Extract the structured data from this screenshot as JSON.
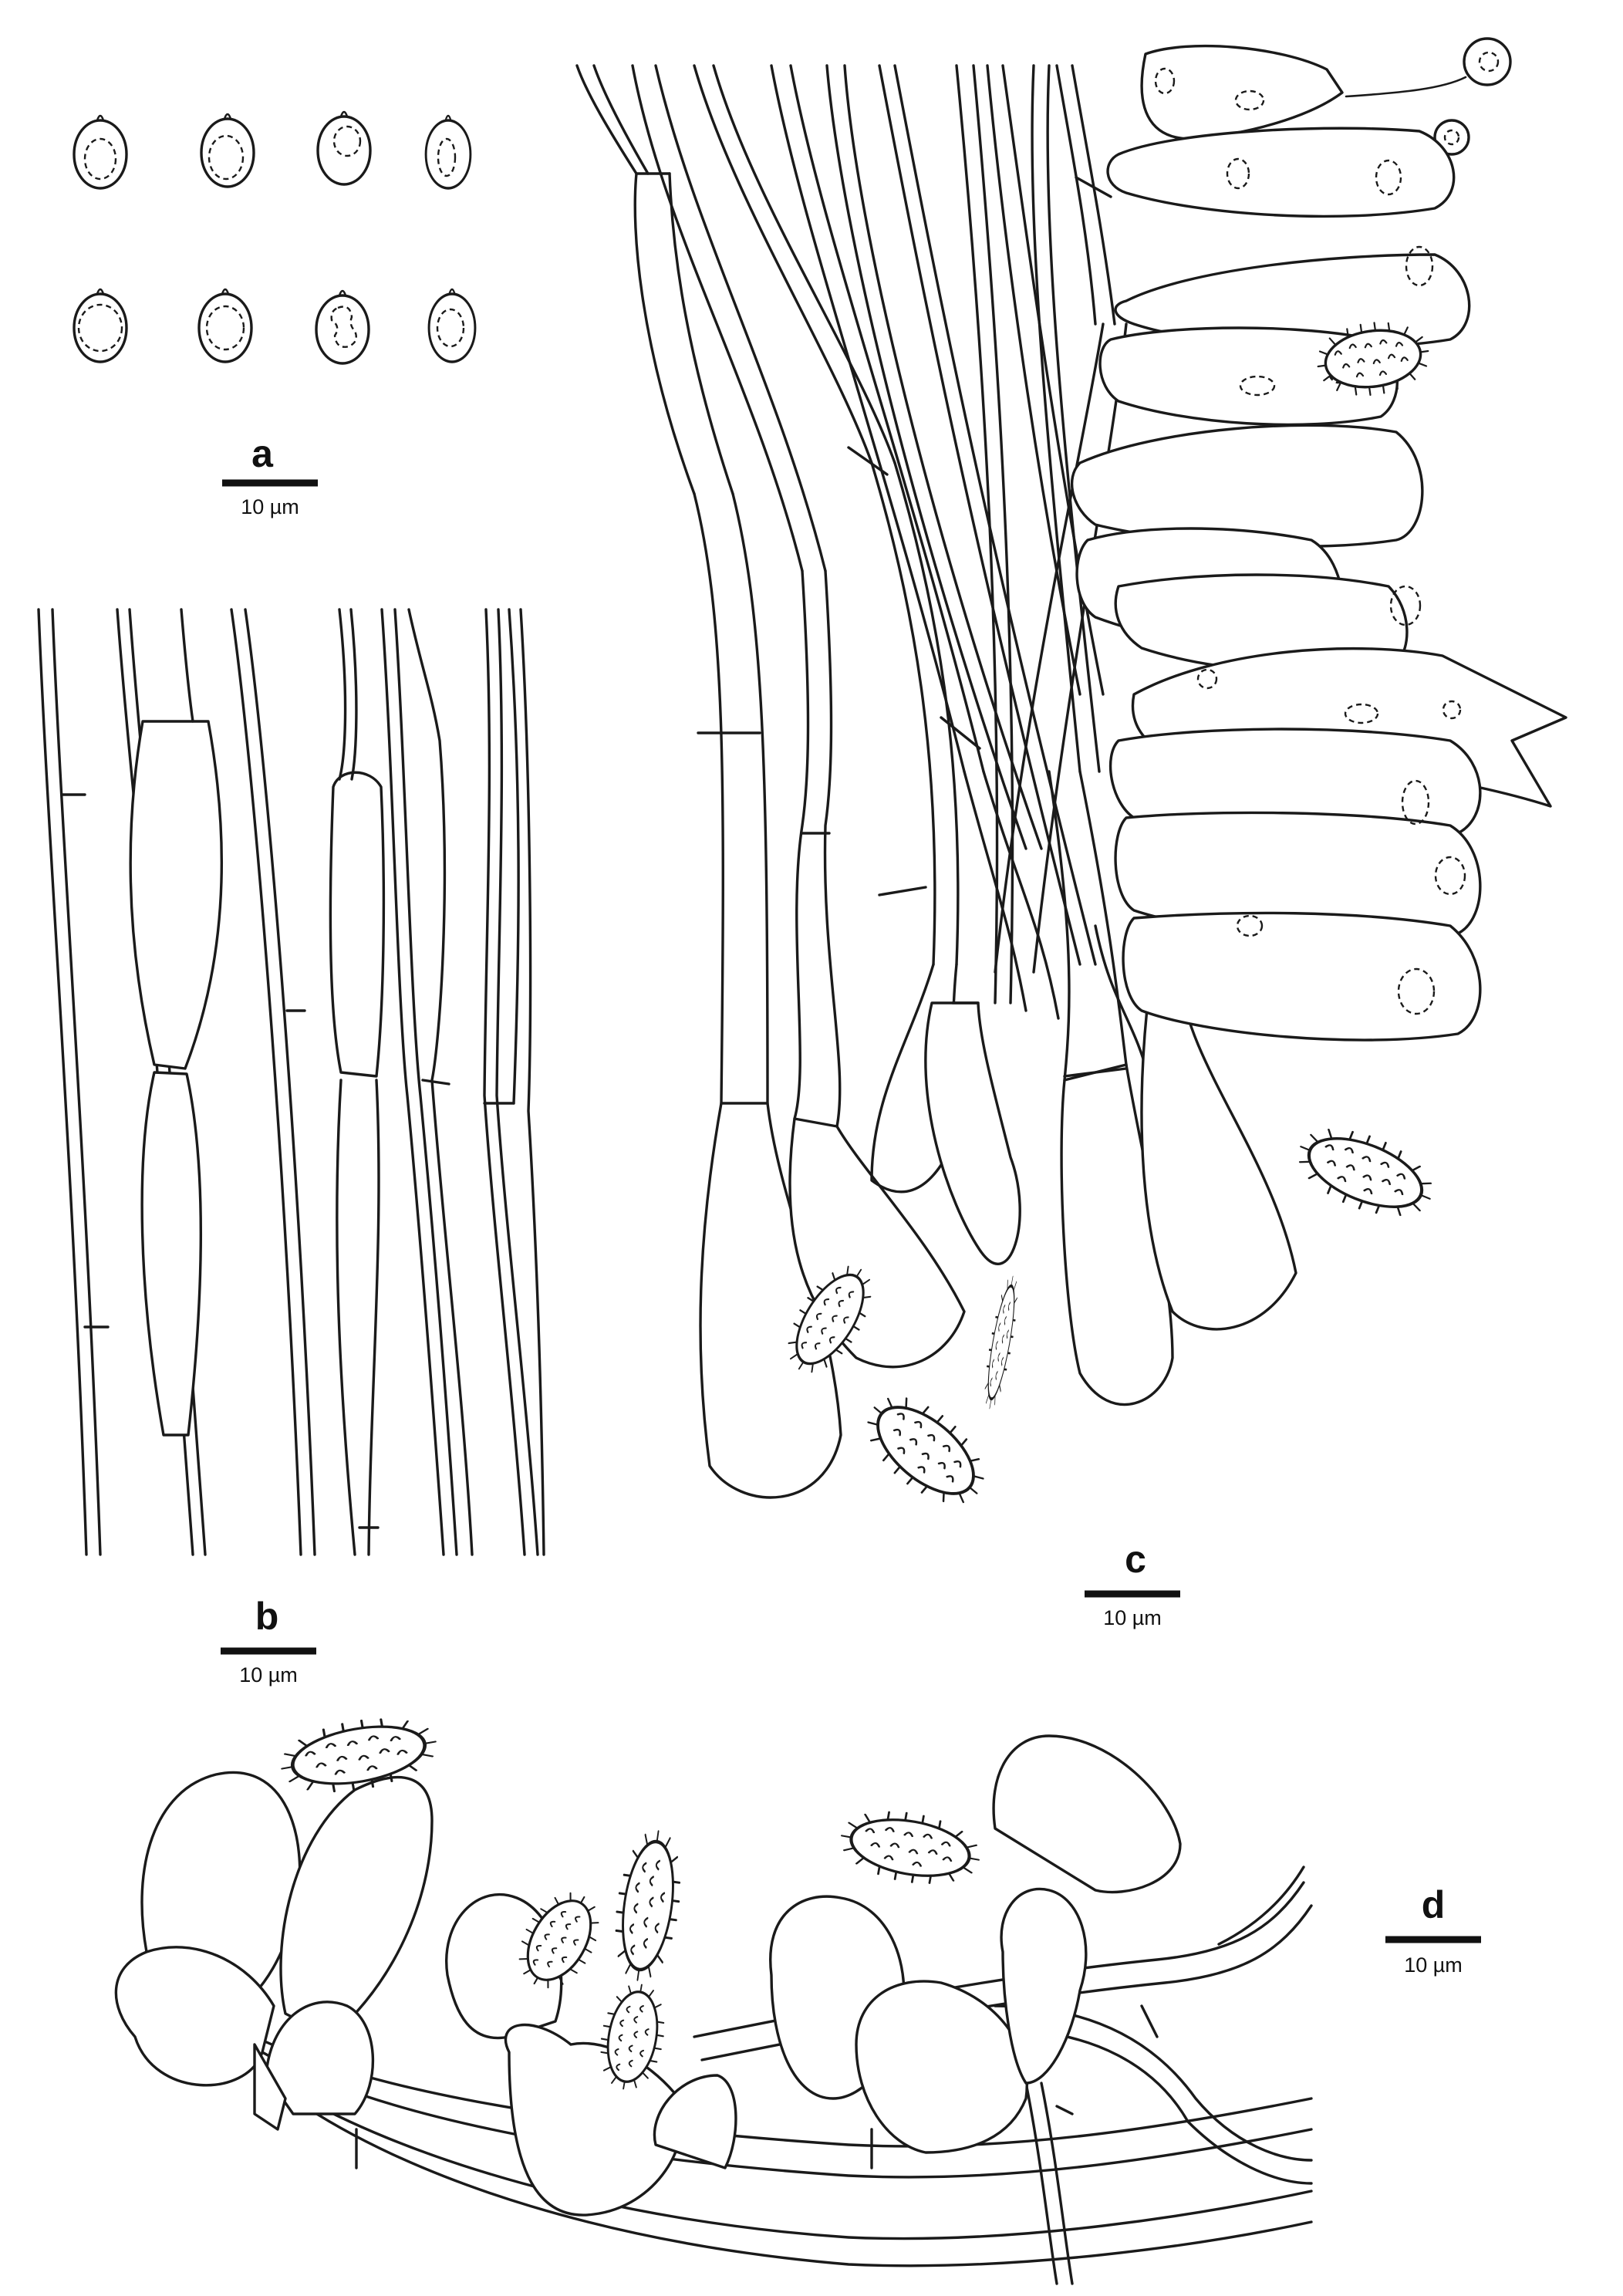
{
  "panels": [
    {
      "id": "a",
      "label": "a",
      "scale": "10 µm"
    },
    {
      "id": "b",
      "label": "b",
      "scale": "10 µm"
    },
    {
      "id": "c",
      "label": "c",
      "scale": "10 µm"
    },
    {
      "id": "d",
      "label": "d",
      "scale": "10 µm"
    }
  ]
}
